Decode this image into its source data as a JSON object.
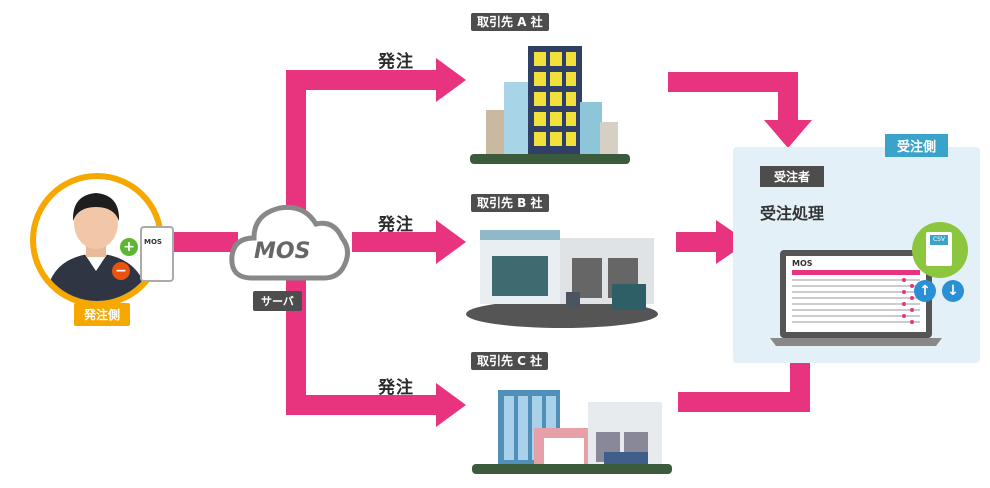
{
  "orderer": {
    "label": "発注側",
    "phone_logo": "MOS"
  },
  "server": {
    "logo": "MOS",
    "label": "サーバ"
  },
  "order_label": "発注",
  "suppliers": [
    {
      "label": "取引先 A 社"
    },
    {
      "label": "取引先 B 社"
    },
    {
      "label": "取引先 C 社"
    }
  ],
  "receiver": {
    "panel_label": "受注側",
    "staff_label": "受注者",
    "process_label": "受注処理",
    "app_logo": "MOS",
    "csv_label": "CSV"
  },
  "colors": {
    "arrow": "#e8337f",
    "orderer": "#f6a800",
    "receiver_panel": "#e3f0f8",
    "receiver_tag": "#3aa3c9",
    "tag": "#4d4d4d"
  }
}
